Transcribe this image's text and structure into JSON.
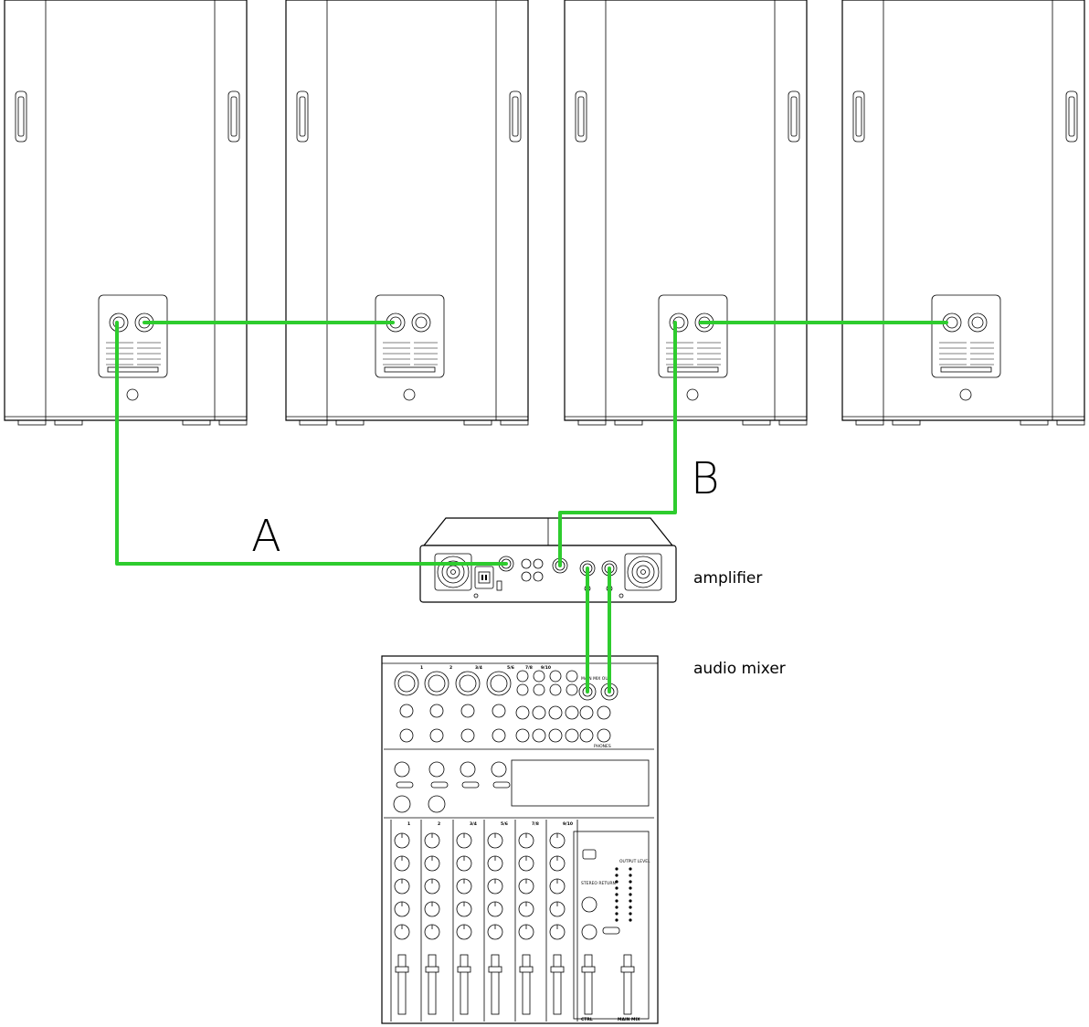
{
  "labels": {
    "a": "A",
    "b": "B",
    "amplifier": "amplifier",
    "mixer": "audio mixer"
  },
  "mixer": {
    "top_channels": [
      "1",
      "2",
      "3/4",
      "5/6",
      "7/8",
      "9/10"
    ],
    "strip_channels": [
      "1",
      "2",
      "3/4",
      "5/6",
      "7/8",
      "9/10"
    ],
    "section_labels": {
      "main_mix_out": "MAIN MIX OUT",
      "stereo_return": "STEREO RETURN",
      "output_level": "OUTPUT LEVEL",
      "phones": "PHONES",
      "ctrl": "CTRL",
      "main_mix": "MAIN MIX"
    }
  },
  "colors": {
    "cable": "#2ecc2e",
    "line": "#000000"
  },
  "icons": {
    "speaker": "speaker-cabinet-icon",
    "connector": "speakon-connector-icon"
  }
}
